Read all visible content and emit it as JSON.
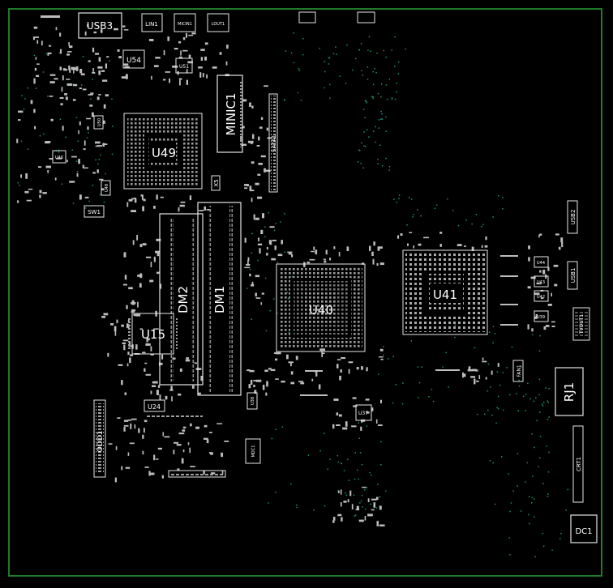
{
  "colors": {
    "background": "#000000",
    "board_outline": "#1f7a2a",
    "silkscreen": "#e6e6e6",
    "pad": "#bdbdbd",
    "via": "#1f8f7a"
  },
  "labels": {
    "usb3": "USB3",
    "lin1": "LIN1",
    "micin1": "MICIN1",
    "lout1": "LOUT1",
    "u54": "U54",
    "u51": "U51",
    "minic1": "MINIC1",
    "u49": "U49",
    "sata1": "SATA1",
    "x5": "X5",
    "u46": "U46",
    "u48": "U48",
    "u50": "U50",
    "sw1": "SW1",
    "dm2": "DM2",
    "dm1": "DM1",
    "u15": "U15",
    "u40": "U40",
    "u41": "U41",
    "usb2": "USB2",
    "usb1": "USB1",
    "u44": "U44",
    "u43": "U43",
    "u42": "U42",
    "u39": "U39",
    "tvout1": "TVOUT1",
    "fan1": "FAN1",
    "rj1": "RJ1",
    "u24": "U24",
    "odd1": "ODD1",
    "u38": "U38",
    "u37": "U37",
    "mdc1": "MDC1",
    "crt1": "CRT1",
    "dc1": "DC1"
  }
}
